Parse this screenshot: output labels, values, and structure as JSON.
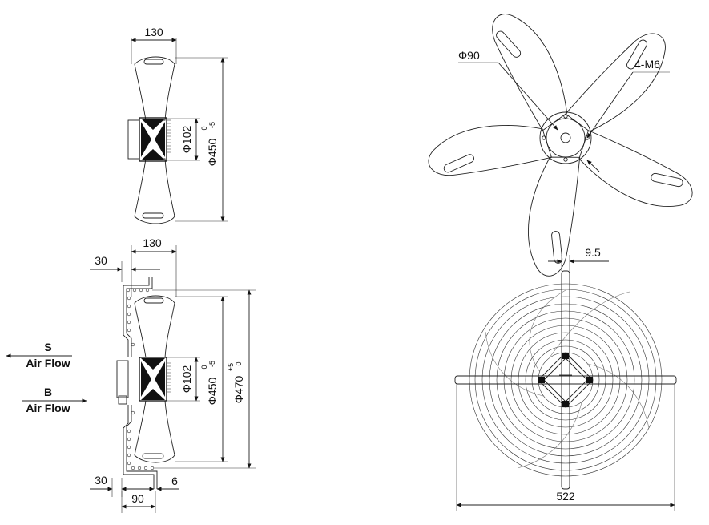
{
  "side_view_top": {
    "width_label": "130",
    "hub_diameter_label": "Φ102",
    "fan_diameter_label": "Φ450",
    "fan_tol_upper": "0",
    "fan_tol_lower": "-5"
  },
  "front_view_top": {
    "hub_label": "Φ90",
    "bolt_label": "4-M6"
  },
  "side_view_bottom": {
    "width_label": "130",
    "guard_offset_top": "30",
    "guard_offset_bottom": "30",
    "mount_label": "90",
    "flange_label": "6",
    "hub_diameter_label": "Φ102",
    "fan_diameter_label": "Φ450",
    "fan_tol_upper": "0",
    "fan_tol_lower": "-5",
    "guard_diameter_label": "Φ470",
    "guard_tol_upper": "+5",
    "guard_tol_lower": "0"
  },
  "airflow": {
    "s_letter": "S",
    "s_text": "Air Flow",
    "b_letter": "B",
    "b_text": "Air Flow"
  },
  "guard_view": {
    "rib_width_label": "9.5",
    "overall_width_label": "522"
  }
}
